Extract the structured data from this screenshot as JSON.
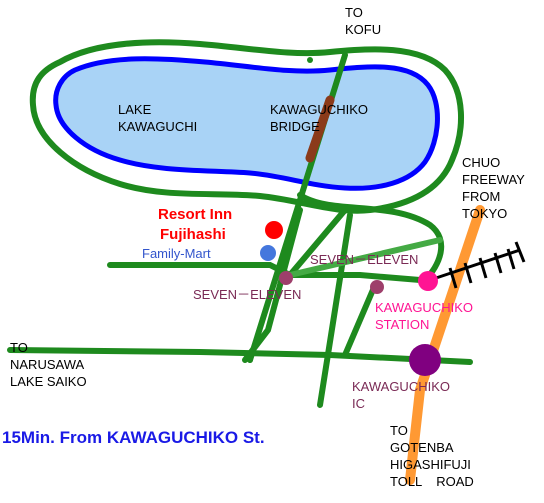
{
  "map": {
    "colors": {
      "lake_fill": "#a9d3f6",
      "lake_outline": "#0000ff",
      "road": "#1e8a1e",
      "freeway": "#ff9933",
      "bridge": "#8b3a1a",
      "railway": "#000000",
      "resort_marker": "#ff0000",
      "familymart_marker": "#4477dd",
      "seven_eleven_marker": "#9e3f6b",
      "station_marker": "#ff1493",
      "ic_marker": "#800080",
      "seven_eleven_road": "#44aa44"
    },
    "labels": {
      "to_kofu": "TO\nKOFU",
      "lake": "LAKE\nKAWAGUCHI",
      "bridge": "KAWAGUCHIKO\nBRIDGE",
      "chuo": "CHUO\nFREEWAY\nFROM\nTOKYO",
      "resort_line1": "Resort Inn",
      "resort_line2": "Fujihashi",
      "familymart": "Family-Mart",
      "seven_eleven_east": "SEVEN－ELEVEN",
      "seven_eleven_west": "SEVEN－ELEVEN",
      "station": "KAWAGUCHIKO\nSTATION",
      "to_narusawa": "TO\nNARUSAWA\nLAKE SAIKO",
      "ic": "KAWAGUCHIKO\nIC",
      "to_gotenba": "TO\nGOTENBA\nHIGASHIFUJI\nTOLL    ROAD",
      "tagline": "15Min. From KAWAGUCHIKO St."
    }
  }
}
